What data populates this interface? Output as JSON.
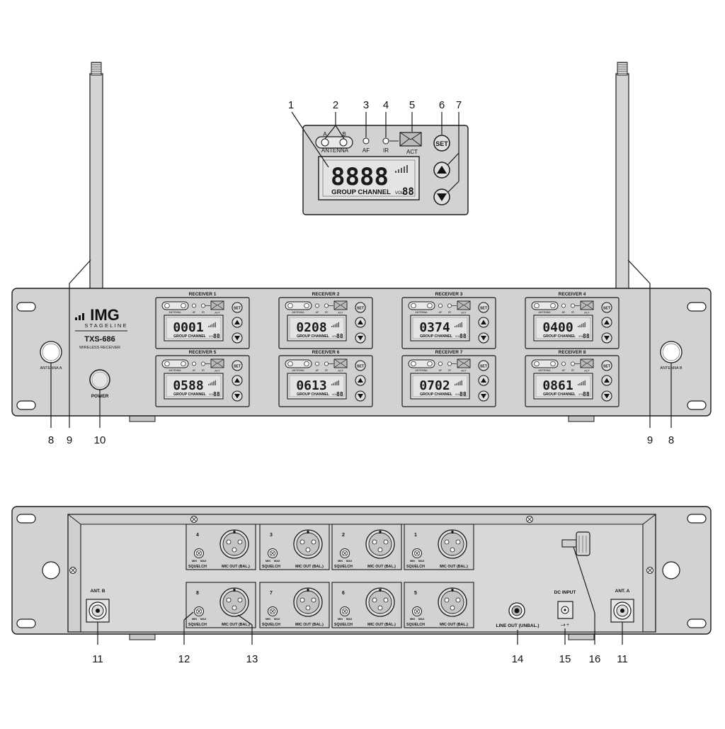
{
  "colors": {
    "panel": "#d2d2d2",
    "rear": "#cccccc",
    "lcd": "#e4e4e4",
    "line": "#1a1a1a"
  },
  "detail": {
    "antenna_a": "A",
    "antenna_b": "B",
    "antenna_label": "ANTENNA",
    "af_label": "AF",
    "ir_label": "IR",
    "act_label": "ACT",
    "set_label": "SET",
    "display": "8888",
    "group_channel": "GROUP  CHANNEL",
    "vol_label": "VOL",
    "vol_value": "88"
  },
  "callouts": {
    "c1": "1",
    "c2": "2",
    "c3": "3",
    "c4": "4",
    "c5": "5",
    "c6": "6",
    "c7": "7",
    "c8a": "8",
    "c9a": "9",
    "c10": "10",
    "c9b": "9",
    "c8b": "8",
    "c11a": "11",
    "c12": "12",
    "c13": "13",
    "c14": "14",
    "c15": "15",
    "c16": "16",
    "c11b": "11"
  },
  "brand": {
    "logo": "IMG",
    "sub": "STAGELINE",
    "model": "TXS-686",
    "desc": "WIRELESS RECEIVER"
  },
  "front": {
    "antenna_a": "ANTENNA A",
    "antenna_b": "ANTENNA B",
    "power": "POWER"
  },
  "receivers": [
    {
      "title": "RECEIVER 1",
      "display": "0001"
    },
    {
      "title": "RECEIVER 2",
      "display": "0208"
    },
    {
      "title": "RECEIVER 3",
      "display": "0374"
    },
    {
      "title": "RECEIVER 4",
      "display": "0400"
    },
    {
      "title": "RECEIVER 5",
      "display": "0588"
    },
    {
      "title": "RECEIVER 6",
      "display": "0613"
    },
    {
      "title": "RECEIVER 7",
      "display": "0702"
    },
    {
      "title": "RECEIVER 8",
      "display": "0861"
    }
  ],
  "rx_common": {
    "antenna": "ANTENNA",
    "af": "AF",
    "ir": "IR",
    "act": "ACT",
    "set": "SET",
    "group_channel": "GROUP  CHANNEL",
    "vol": "VOL",
    "vol_value": "88"
  },
  "rear": {
    "channels_top": [
      "4",
      "3",
      "2",
      "1"
    ],
    "channels_bottom": [
      "8",
      "7",
      "6",
      "5"
    ],
    "min": "MIN",
    "max": "MAX",
    "squelch": "SQUELCH",
    "mic_out": "MIC OUT (BAL.)",
    "ant_b": "ANT. B",
    "ant_a": "ANT. A",
    "line_out": "LINE OUT (UNBAL.)",
    "dc_input": "DC INPUT",
    "polarity": "–◐+"
  }
}
